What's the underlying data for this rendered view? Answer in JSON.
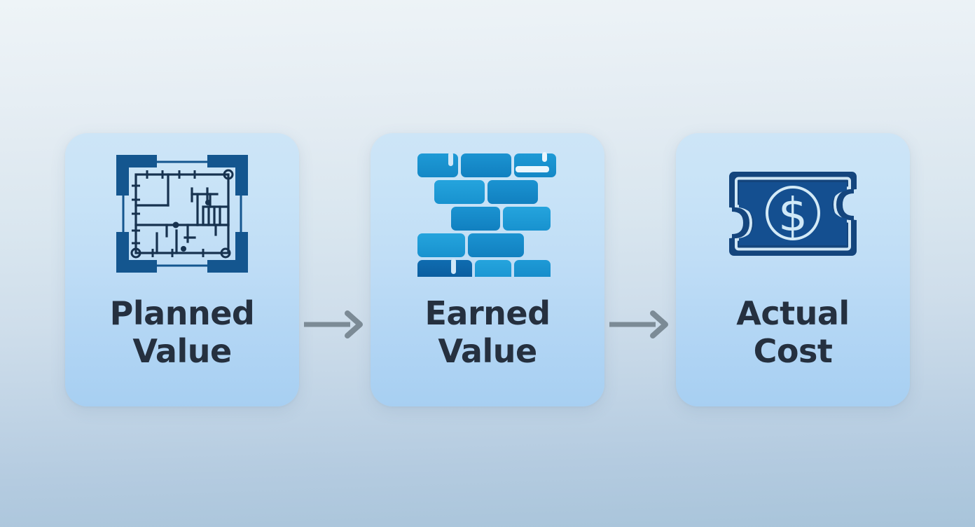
{
  "diagram": {
    "title": "Earned Value Management process flow",
    "background_top_color": "#eef4f7",
    "background_bottom_color": "#a8c4da",
    "card_color_top": "#cde5f7",
    "card_color_bottom": "#a7cff2",
    "label_color": "#25303f",
    "arrow_color": "#7c8b96",
    "icon_dark_blue": "#14457d",
    "icon_mid_blue": "#1a6aa8",
    "icon_bright_blue": "#1a9ad4",
    "icon_light": "#eaf6fd"
  },
  "steps": [
    {
      "id": "planned-value",
      "label": "Planned\nValue",
      "icon": "blueprint-icon",
      "icon_alt": "architectural blueprint floor plan with corner brackets"
    },
    {
      "id": "earned-value",
      "label": "Earned\nValue",
      "icon": "brick-wall-icon",
      "icon_alt": "brick wall of stacked masonry blocks"
    },
    {
      "id": "actual-cost",
      "label": "Actual\nCost",
      "icon": "banknote-icon",
      "icon_alt": "banknote with dollar sign in a circle"
    }
  ],
  "connectors": [
    {
      "id": "arrow-1",
      "from": "planned-value",
      "to": "earned-value",
      "icon": "arrow-right-icon"
    },
    {
      "id": "arrow-2",
      "from": "earned-value",
      "to": "actual-cost",
      "icon": "arrow-right-icon"
    }
  ]
}
